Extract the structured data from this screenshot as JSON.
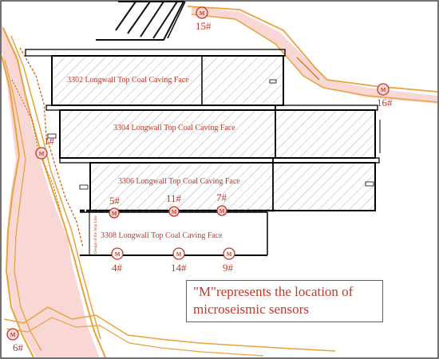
{
  "faces": [
    {
      "id": "3302",
      "label": "3302 Longwall Top Coal Caving Face"
    },
    {
      "id": "3304",
      "label": "3304 Longwall Top Coal Caving Face"
    },
    {
      "id": "3306",
      "label": "3306 Longwall Top Coal Caving Face"
    },
    {
      "id": "3308",
      "label": "3308 Longwall Top Coal Caving Face"
    }
  ],
  "sensors": [
    {
      "id": "1#",
      "symbol": "M"
    },
    {
      "id": "4#",
      "symbol": "M"
    },
    {
      "id": "5#",
      "symbol": "M"
    },
    {
      "id": "6#",
      "symbol": "M"
    },
    {
      "id": "7#",
      "symbol": "M"
    },
    {
      "id": "9#",
      "symbol": "M"
    },
    {
      "id": "11#",
      "symbol": "M"
    },
    {
      "id": "14#",
      "symbol": "M"
    },
    {
      "id": "15#",
      "symbol": "M"
    },
    {
      "id": "16#",
      "symbol": "M"
    }
  ],
  "legend": {
    "line1": "\"M\"represents the location of",
    "line2": "microseismic sensors"
  },
  "side_note": "Design of the Stop Line",
  "colors": {
    "roadway": "#e8a33c",
    "roadway_fill": "#f8d7d5",
    "sensor": "#c0392b",
    "face_outline": "#000000",
    "hatch": "#8c8c8c"
  }
}
